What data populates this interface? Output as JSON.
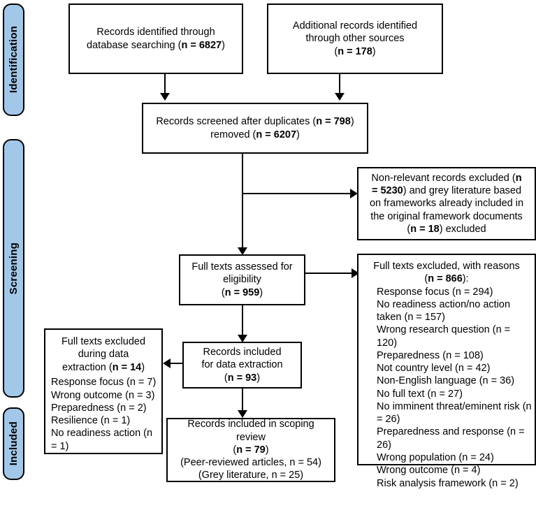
{
  "diagram": {
    "type": "prisma-flow-diagram",
    "title": "PRISMA flow diagram",
    "accent_color": "#a3c7e8",
    "line_color": "#000000",
    "background": "#ffffff"
  },
  "stages": [
    {
      "label": "Identification"
    },
    {
      "label": "Screening"
    },
    {
      "label": "Included"
    }
  ],
  "nodes": {
    "records_identified": {
      "line1": "Records identified through",
      "line2_pre": "database searching (",
      "line2_bold": "n = 6827",
      "line2_post": ")"
    },
    "additional_records": {
      "line1": "Additional records identified",
      "line2": "through other sources",
      "line3_pre": "(",
      "line3_bold": "n = 178",
      "line3_post": ")"
    },
    "records_screened": {
      "line1_pre": "Records screened after duplicates (",
      "line1_bold": "n = 798",
      "line1_post": ")",
      "line2_pre": "removed (",
      "line2_bold": "n = 6207",
      "line2_post": ")"
    },
    "non_relevant_excluded": {
      "line1_pre": "Non-relevant records excluded (",
      "line1_bold": "n",
      "line2_bold": "= 5230",
      "line2_post": ") and grey literature based",
      "line3": "on frameworks already included in",
      "line4": "the original framework documents",
      "line5_pre": "(",
      "line5_bold": "n = 18",
      "line5_post": ") excluded"
    },
    "full_texts_assessed": {
      "line1": "Full texts assessed for",
      "line2": "eligibility",
      "line3_pre": "(",
      "line3_bold": "n = 959",
      "line3_post": ")"
    },
    "full_texts_excluded_reasons": {
      "heading": "Full texts excluded, with reasons",
      "count_pre": "(",
      "count_bold": "n = 866",
      "count_post": "):",
      "reasons": [
        "Response focus (n = 294)",
        "No readiness action/no action taken (n = 157)",
        "Wrong research question (n = 120)",
        "Preparedness (n = 108)",
        "Not country level (n = 42)",
        "Non-English language (n = 36)",
        "No full text (n = 27)",
        "No imminent threat/eminent risk (n = 26)",
        "Preparedness and response (n = 26)",
        "Wrong population (n = 24)",
        "Wrong outcome (n = 4)",
        "Risk analysis framework (n = 2)"
      ]
    },
    "records_included_extraction": {
      "line1": "Records included",
      "line2": "for data extraction",
      "line3_pre": "(",
      "line3_bold": "n = 93",
      "line3_post": ")"
    },
    "excluded_during_extraction": {
      "line1": "Full texts excluded",
      "line2": "during data",
      "line3_pre": "extraction (",
      "line3_bold": "n = 14",
      "line3_post": ")",
      "reasons": [
        "Response focus (n = 7)",
        "Wrong outcome (n = 3)",
        "Preparedness (n = 2)",
        "Resilience (n = 1)",
        "No readiness action (n = 1)"
      ]
    },
    "records_included_review": {
      "line1": "Records included in scoping",
      "line2": "review",
      "line3_pre": "(",
      "line3_bold": "n = 79",
      "line3_post": ")",
      "line4": "(Peer-reviewed articles, n = 54)",
      "line5": "(Grey literature, n = 25)"
    }
  }
}
